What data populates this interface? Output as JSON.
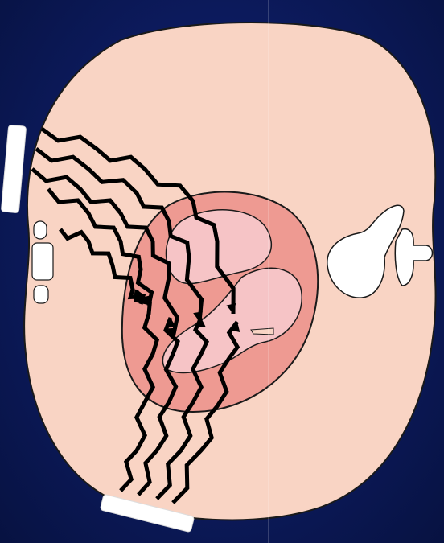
{
  "colors": {
    "background": "#0c1a5c",
    "torso_fill": "#f9d4c4",
    "heart_outer": "#ee9a92",
    "heart_chamber": "#f6c4c6",
    "outline": "#000000",
    "paddle": "#ffffff",
    "spine": "#ffffff"
  },
  "elements": {
    "torso": "chest-cross-section",
    "heart": "heart-cross-section",
    "spine": "vertebra",
    "sternum": "sternum-segments",
    "anterior_paddle": "defibrillator-paddle-anterior",
    "posterior_paddle": "defibrillator-paddle-posterior",
    "current": "lightning-bolt-current-paths"
  },
  "current_paths": {
    "upper_count": 5,
    "lower_count": 4
  }
}
